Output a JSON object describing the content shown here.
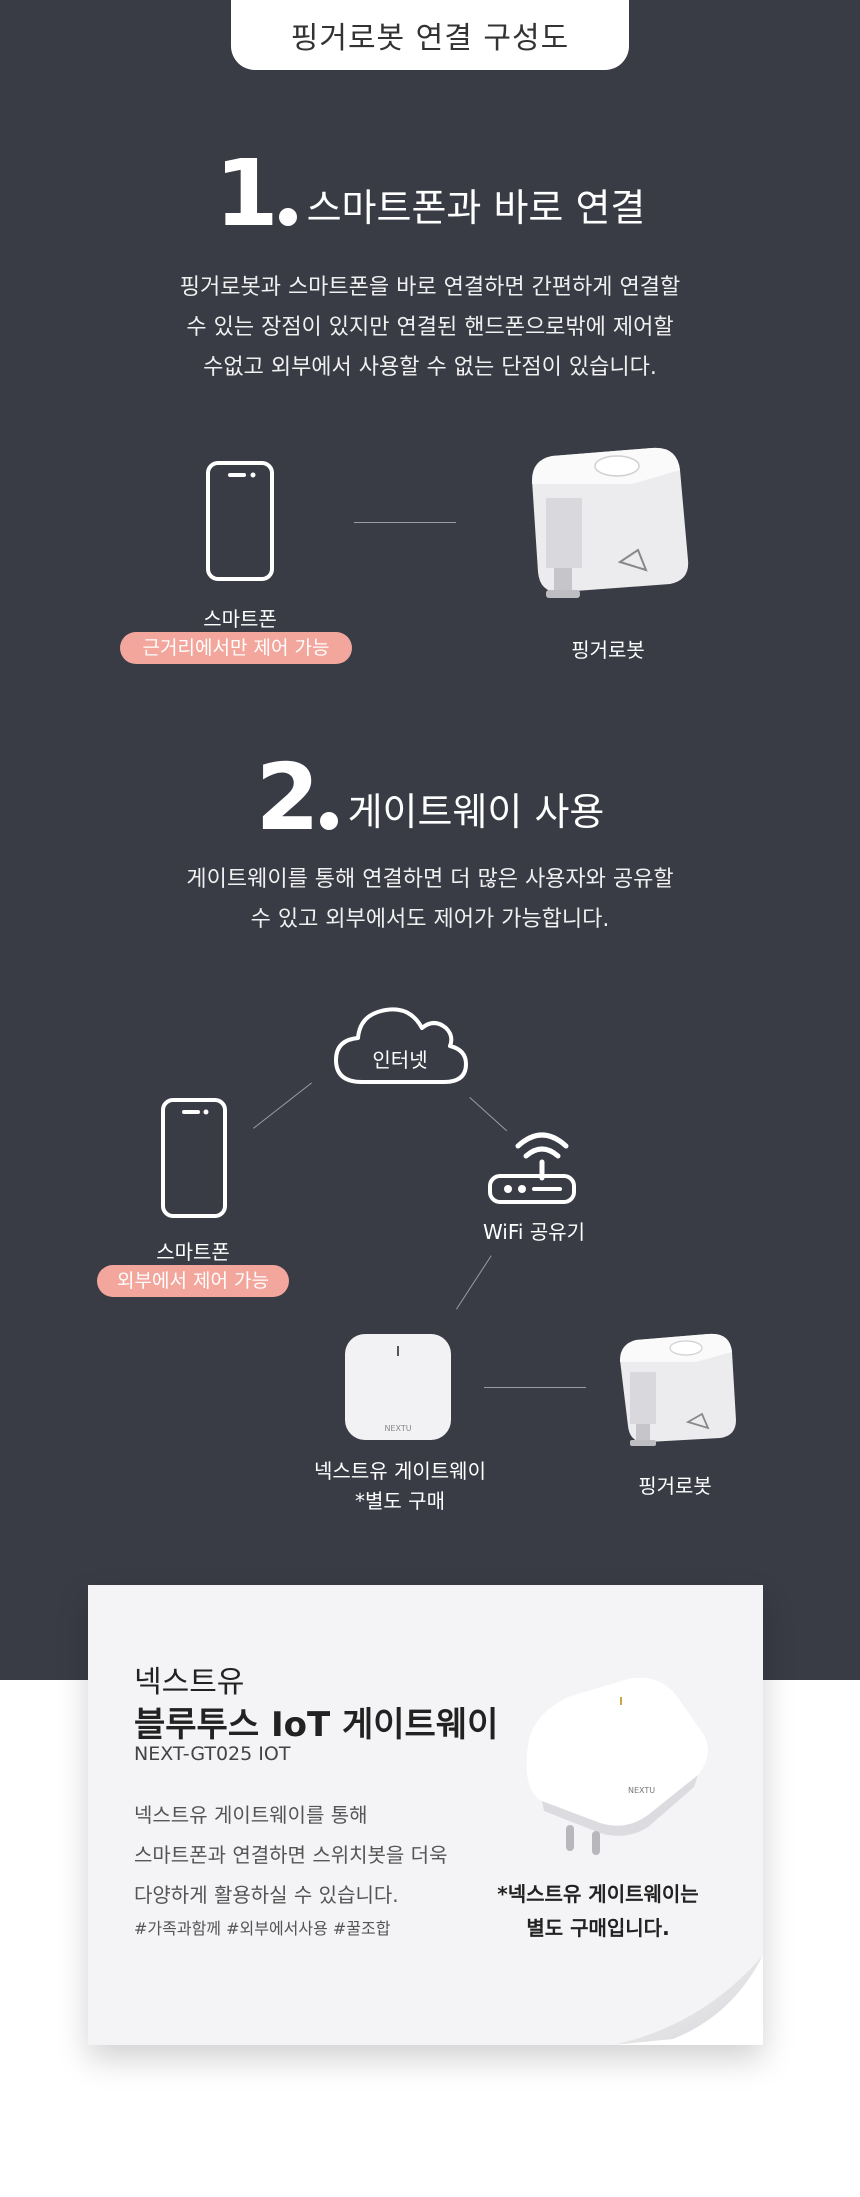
{
  "tab_title": "핑거로봇 연결 구성도",
  "step1": {
    "number": "1",
    "title": "스마트폰과 바로 연결",
    "desc_lines": [
      "핑거로봇과 스마트폰을 바로 연결하면 간편하게 연결할",
      "수 있는 장점이 있지만 연결된 핸드폰으로밖에 제어할",
      "수없고 외부에서 사용할 수 없는 단점이 있습니다."
    ],
    "phone_label": "스마트폰",
    "phone_pill": "근거리에서만 제어 가능",
    "robot_label": "핑거로봇"
  },
  "step2": {
    "number": "2",
    "title": "게이트웨이 사용",
    "desc_lines": [
      "게이트웨이를 통해 연결하면 더 많은 사용자와 공유할",
      "수 있고 외부에서도 제어가 가능합니다."
    ],
    "cloud_label": "인터넷",
    "phone_label": "스마트폰",
    "phone_pill": "외부에서 제어 가능",
    "wifi_label": "WiFi 공유기",
    "gateway_label_1": "넥스트유 게이트웨이",
    "gateway_label_2": "*별도 구매",
    "robot_label": "핑거로봇",
    "gateway_brand": "NEXTU"
  },
  "product": {
    "brand": "넥스트유",
    "name": "블루투스 IoT 게이트웨이",
    "model": "NEXT-GT025 IOT",
    "desc_lines": [
      "넥스트유 게이트웨이를 통해",
      "스마트폰과 연결하면 스위치봇을 더욱",
      "다양하게 활용하실 수 있습니다."
    ],
    "tags": "#가족과함께  #외부에서사용  #꿀조합",
    "note_lines": [
      "*넥스트유 게이트웨이는",
      "별도 구매입니다."
    ],
    "device_brand": "NEXTU"
  },
  "colors": {
    "dark_bg": "#393c45",
    "pill": "#f3a69c",
    "paper": "#f4f4f6"
  }
}
